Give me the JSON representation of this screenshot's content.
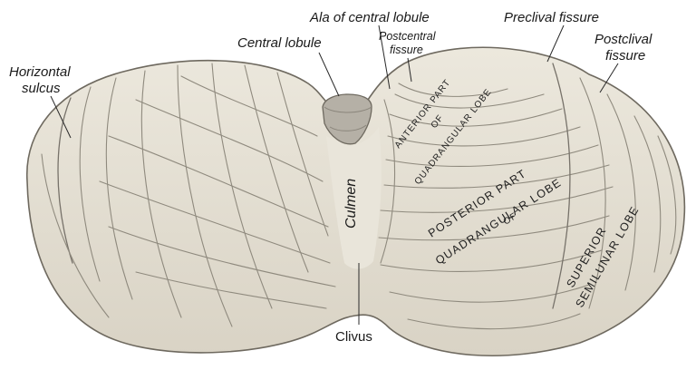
{
  "labels": {
    "ala_of_central_lobule": "Ala of central lobule",
    "central_lobule": "Central lobule",
    "postcentral_fissure_line1": "Postcentral",
    "postcentral_fissure_line2": "fissure",
    "preclival_fissure": "Preclival fissure",
    "postclival_fissure_line1": "Postclival",
    "postclival_fissure_line2": "fissure",
    "horizontal_sulcus_line1": "Horizontal",
    "horizontal_sulcus_line2": "sulcus",
    "culmen": "Culmen",
    "clivus": "Clivus",
    "anterior_part_line1": "ANTERIOR PART",
    "anterior_part_line2": "OF",
    "anterior_part_line3": "QUADRANGULAR LOBE",
    "posterior_part_line1": "POSTERIOR  PART",
    "posterior_part_line2": "OF",
    "posterior_part_line3": "QUADRANGULAR  LOBE",
    "superior_semilunar_line1": "SUPERIOR",
    "superior_semilunar_line2": "SEMILUNAR LOBE"
  },
  "colors": {
    "tissue_fill": "#e6e1d5",
    "tissue_shade": "#d3cdbf",
    "outline": "#6e695f",
    "central_lobule_fill": "#b5b0a6"
  }
}
